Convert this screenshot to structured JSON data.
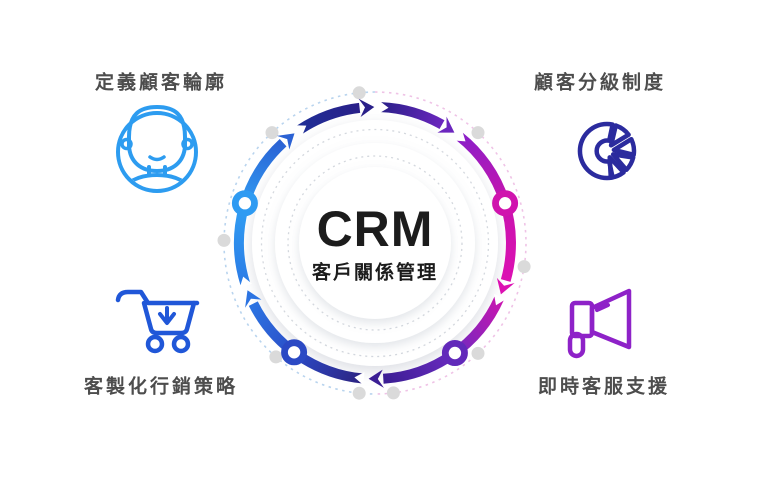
{
  "page": {
    "background": "#ffffff"
  },
  "center": {
    "title": "CRM",
    "subtitle": "客戶關係管理",
    "title_color": "#1c1c1c"
  },
  "quadrants": [
    {
      "position": "top-left",
      "label": "定義顧客輪廓",
      "icon": "customer-avatar-icon",
      "color": "#2D9CF0"
    },
    {
      "position": "top-right",
      "label": "顧客分級制度",
      "icon": "donut-chart-icon",
      "color": "#2B2B9E"
    },
    {
      "position": "bottom-left",
      "label": "客製化行銷策略",
      "icon": "shopping-cart-icon",
      "color": "#2057D8"
    },
    {
      "position": "bottom-right",
      "label": "即時客服支援",
      "icon": "megaphone-icon",
      "color": "#8E22C8"
    }
  ],
  "ring": {
    "label_color": "#4d4d4d",
    "nodes": {
      "left": "#2F9BF2",
      "right": "#D013AE",
      "bottom_left": "#2B49C4",
      "bottom_right": "#6229BA"
    },
    "gradient": {
      "magenta_deep": "#C915B0",
      "mid_violet": "#6B2BC0",
      "deep_purple": "#3B1E94",
      "dark_indigo": "#2C2382",
      "royal_blue": "#2B49C4",
      "blue": "#2C74E2",
      "sky_blue": "#2B7CE6",
      "light_blue": "#319EF3",
      "mid_blue": "#2B62D4",
      "navy": "#1F2F97",
      "indigo": "#2A2089",
      "violet": "#6B26BE",
      "purple": "#8A1FC8",
      "pink_magenta": "#C714AE",
      "magenta": "#DC10B2"
    }
  }
}
